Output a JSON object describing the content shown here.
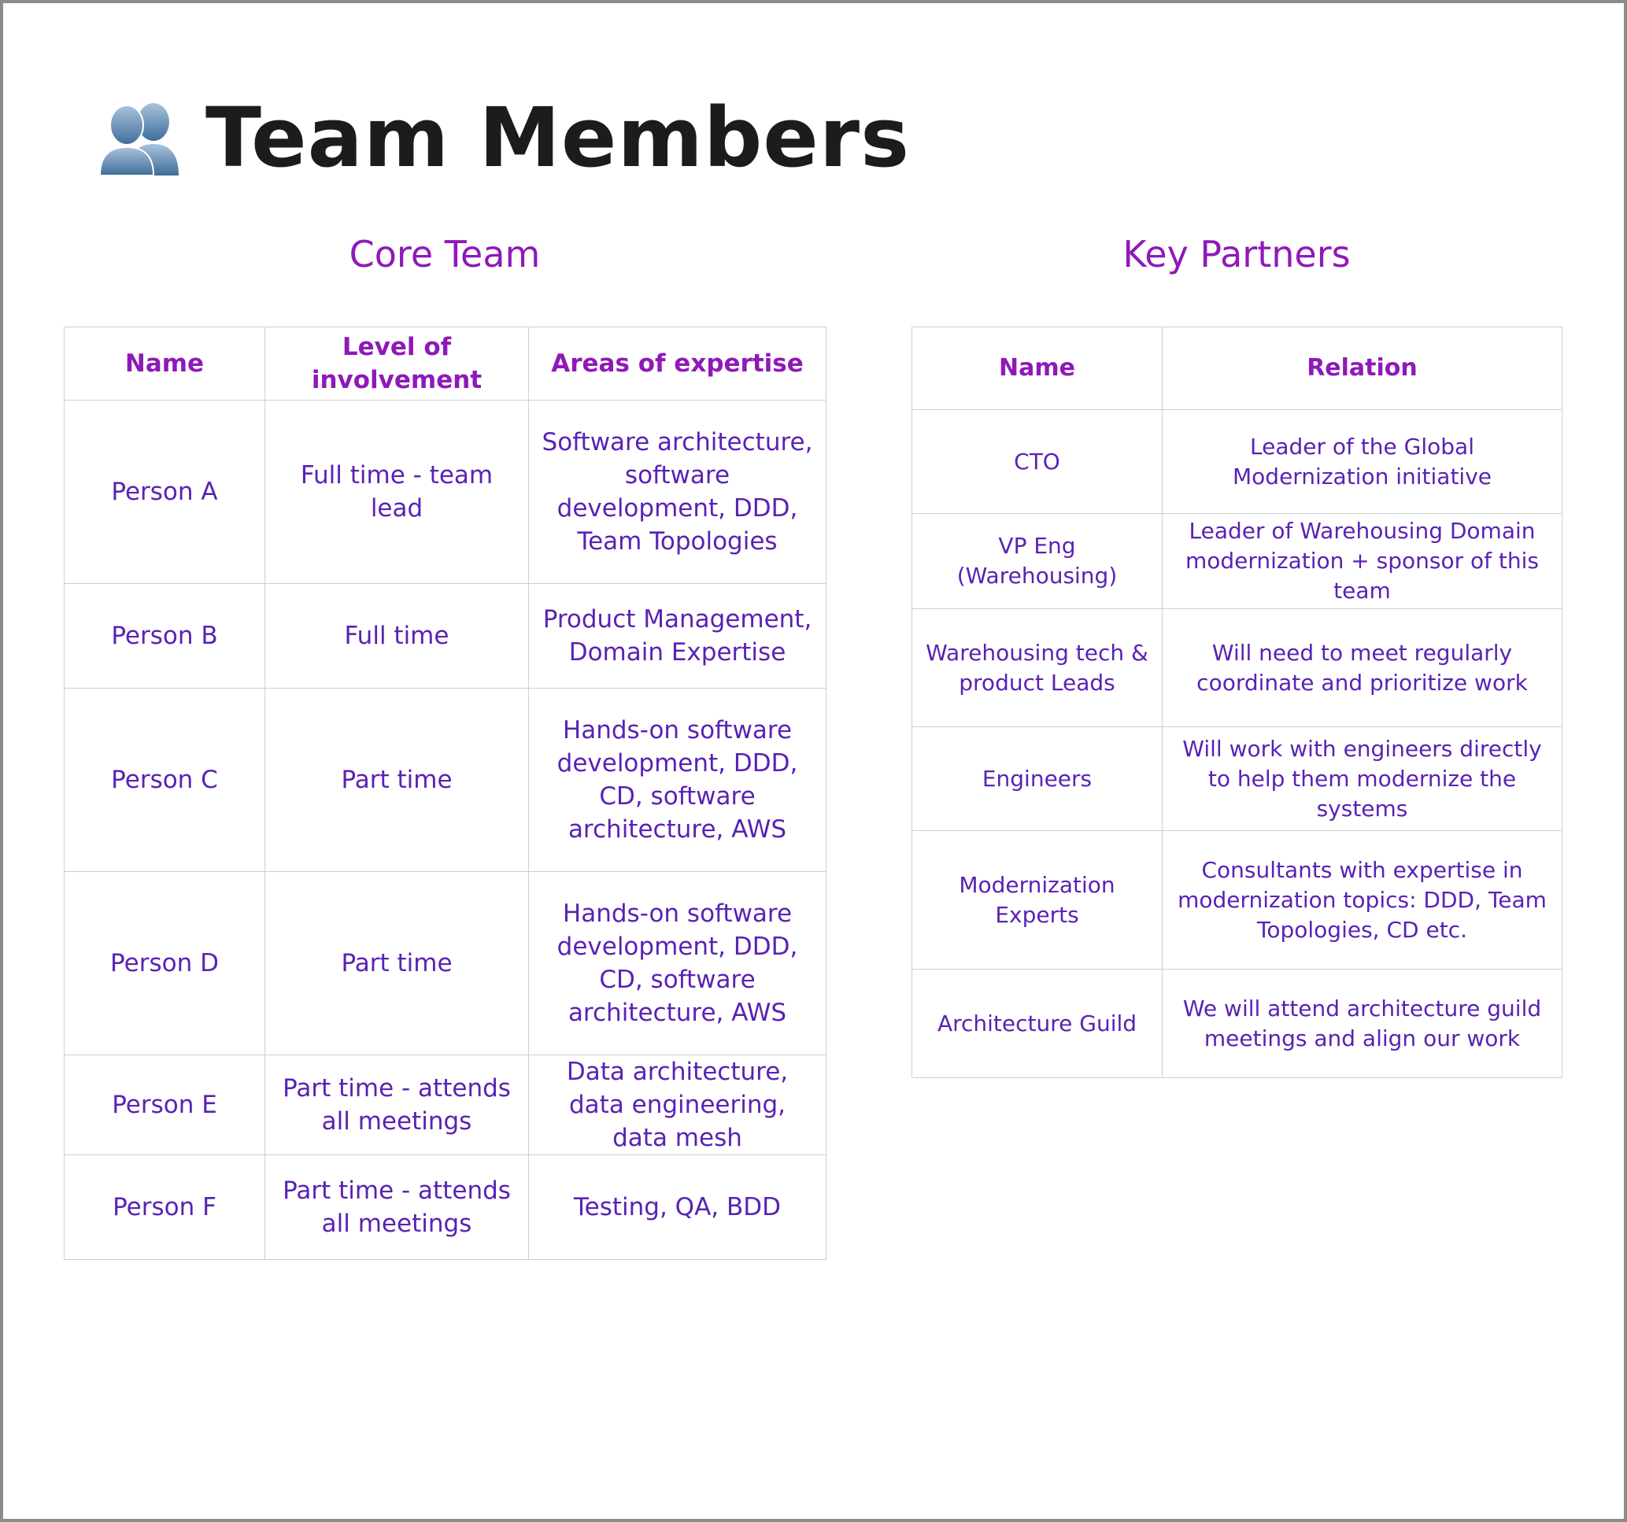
{
  "page": {
    "title": "Team Members",
    "title_icon": "two-people-silhouette-icon"
  },
  "core_team": {
    "title": "Core Team",
    "headers": [
      "Name",
      "Level of involvement",
      "Areas of expertise"
    ],
    "rows": [
      [
        "Person A",
        "Full time - team lead",
        "Software architecture, software development, DDD, Team Topologies"
      ],
      [
        "Person B",
        "Full time",
        "Product Management, Domain Expertise"
      ],
      [
        "Person C",
        "Part time",
        "Hands-on software development, DDD, CD, software architecture, AWS"
      ],
      [
        "Person D",
        "Part time",
        "Hands-on software development, DDD, CD, software architecture, AWS"
      ],
      [
        "Person E",
        "Part time - attends all meetings",
        "Data architecture, data engineering, data mesh"
      ],
      [
        "Person F",
        "Part time - attends all meetings",
        "Testing, QA, BDD"
      ]
    ]
  },
  "key_partners": {
    "title": "Key Partners",
    "headers": [
      "Name",
      "Relation"
    ],
    "rows": [
      [
        "CTO",
        "Leader of the Global Modernization initiative"
      ],
      [
        "VP Eng (Warehousing)",
        "Leader of Warehousing Domain modernization + sponsor of this team"
      ],
      [
        "Warehousing tech & product Leads",
        "Will need to meet regularly coordinate and prioritize work"
      ],
      [
        "Engineers",
        "Will work with engineers directly to help them modernize the systems"
      ],
      [
        "Modernization Experts",
        "Consultants with expertise in modernization topics: DDD, Team Topologies, CD etc."
      ],
      [
        "Architecture Guild",
        "We will attend architecture guild meetings and align our work"
      ]
    ]
  },
  "colors": {
    "heading": "#8f19b8",
    "cell_text": "#5a22b4",
    "title_text": "#1c1c1c",
    "border": "#cfcfcf"
  }
}
